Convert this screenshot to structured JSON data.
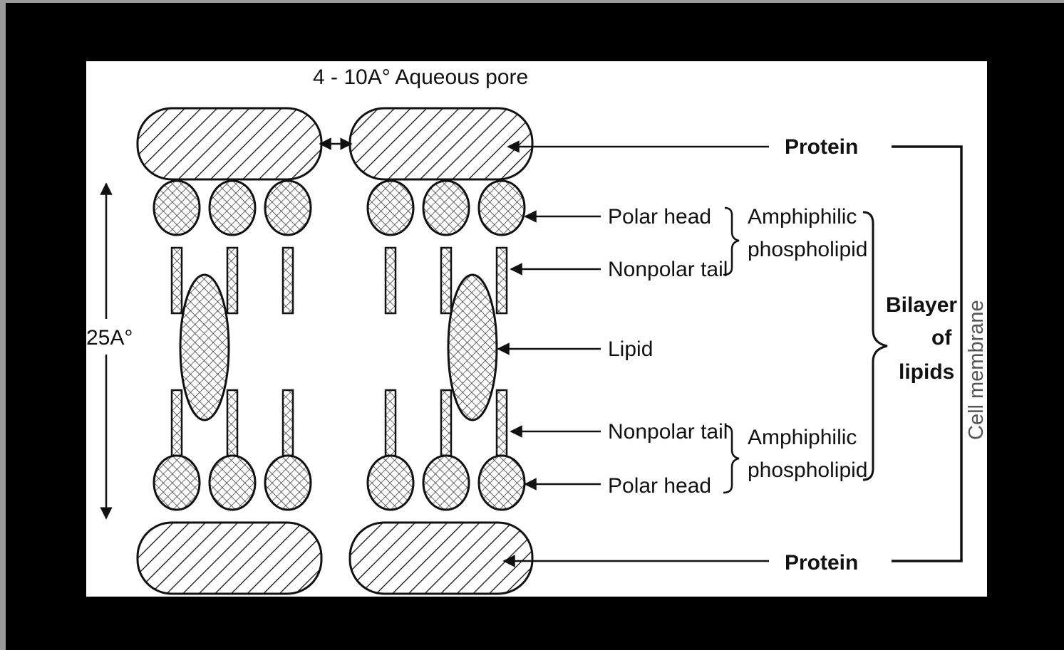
{
  "diagram": {
    "pore_label": "4 - 10A° Aqueous pore",
    "thickness_label": "25A°",
    "labels": {
      "protein_top": "Protein",
      "protein_bottom": "Protein",
      "polar_head_top": "Polar head",
      "nonpolar_tail_top": "Nonpolar tail",
      "lipid": "Lipid",
      "nonpolar_tail_bottom": "Nonpolar tail",
      "polar_head_bottom": "Polar head",
      "amphiphilic_top_1": "Amphiphilic",
      "amphiphilic_top_2": "phospholipid",
      "amphiphilic_bottom_1": "Amphiphilic",
      "amphiphilic_bottom_2": "phospholipid",
      "bilayer_1": "Bilayer",
      "bilayer_2": "of",
      "bilayer_3": "lipids",
      "cell_membrane": "Cell membrane"
    }
  }
}
